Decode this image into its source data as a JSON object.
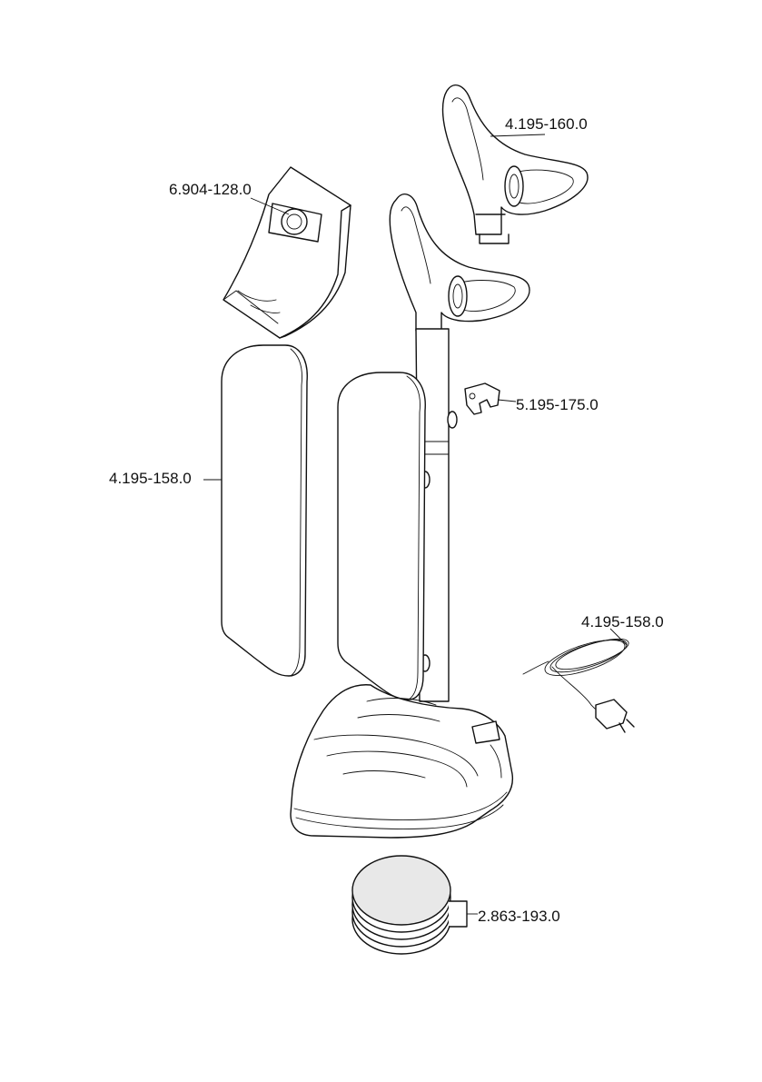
{
  "parts": {
    "handle_top": "4.195-160.0",
    "dust_bag": "6.904-128.0",
    "cover_panel": "4.195-158.0",
    "clip": "5.195-175.0",
    "power_cord": "4.195-158.0",
    "polishing_pads": "2.863-193.0"
  }
}
